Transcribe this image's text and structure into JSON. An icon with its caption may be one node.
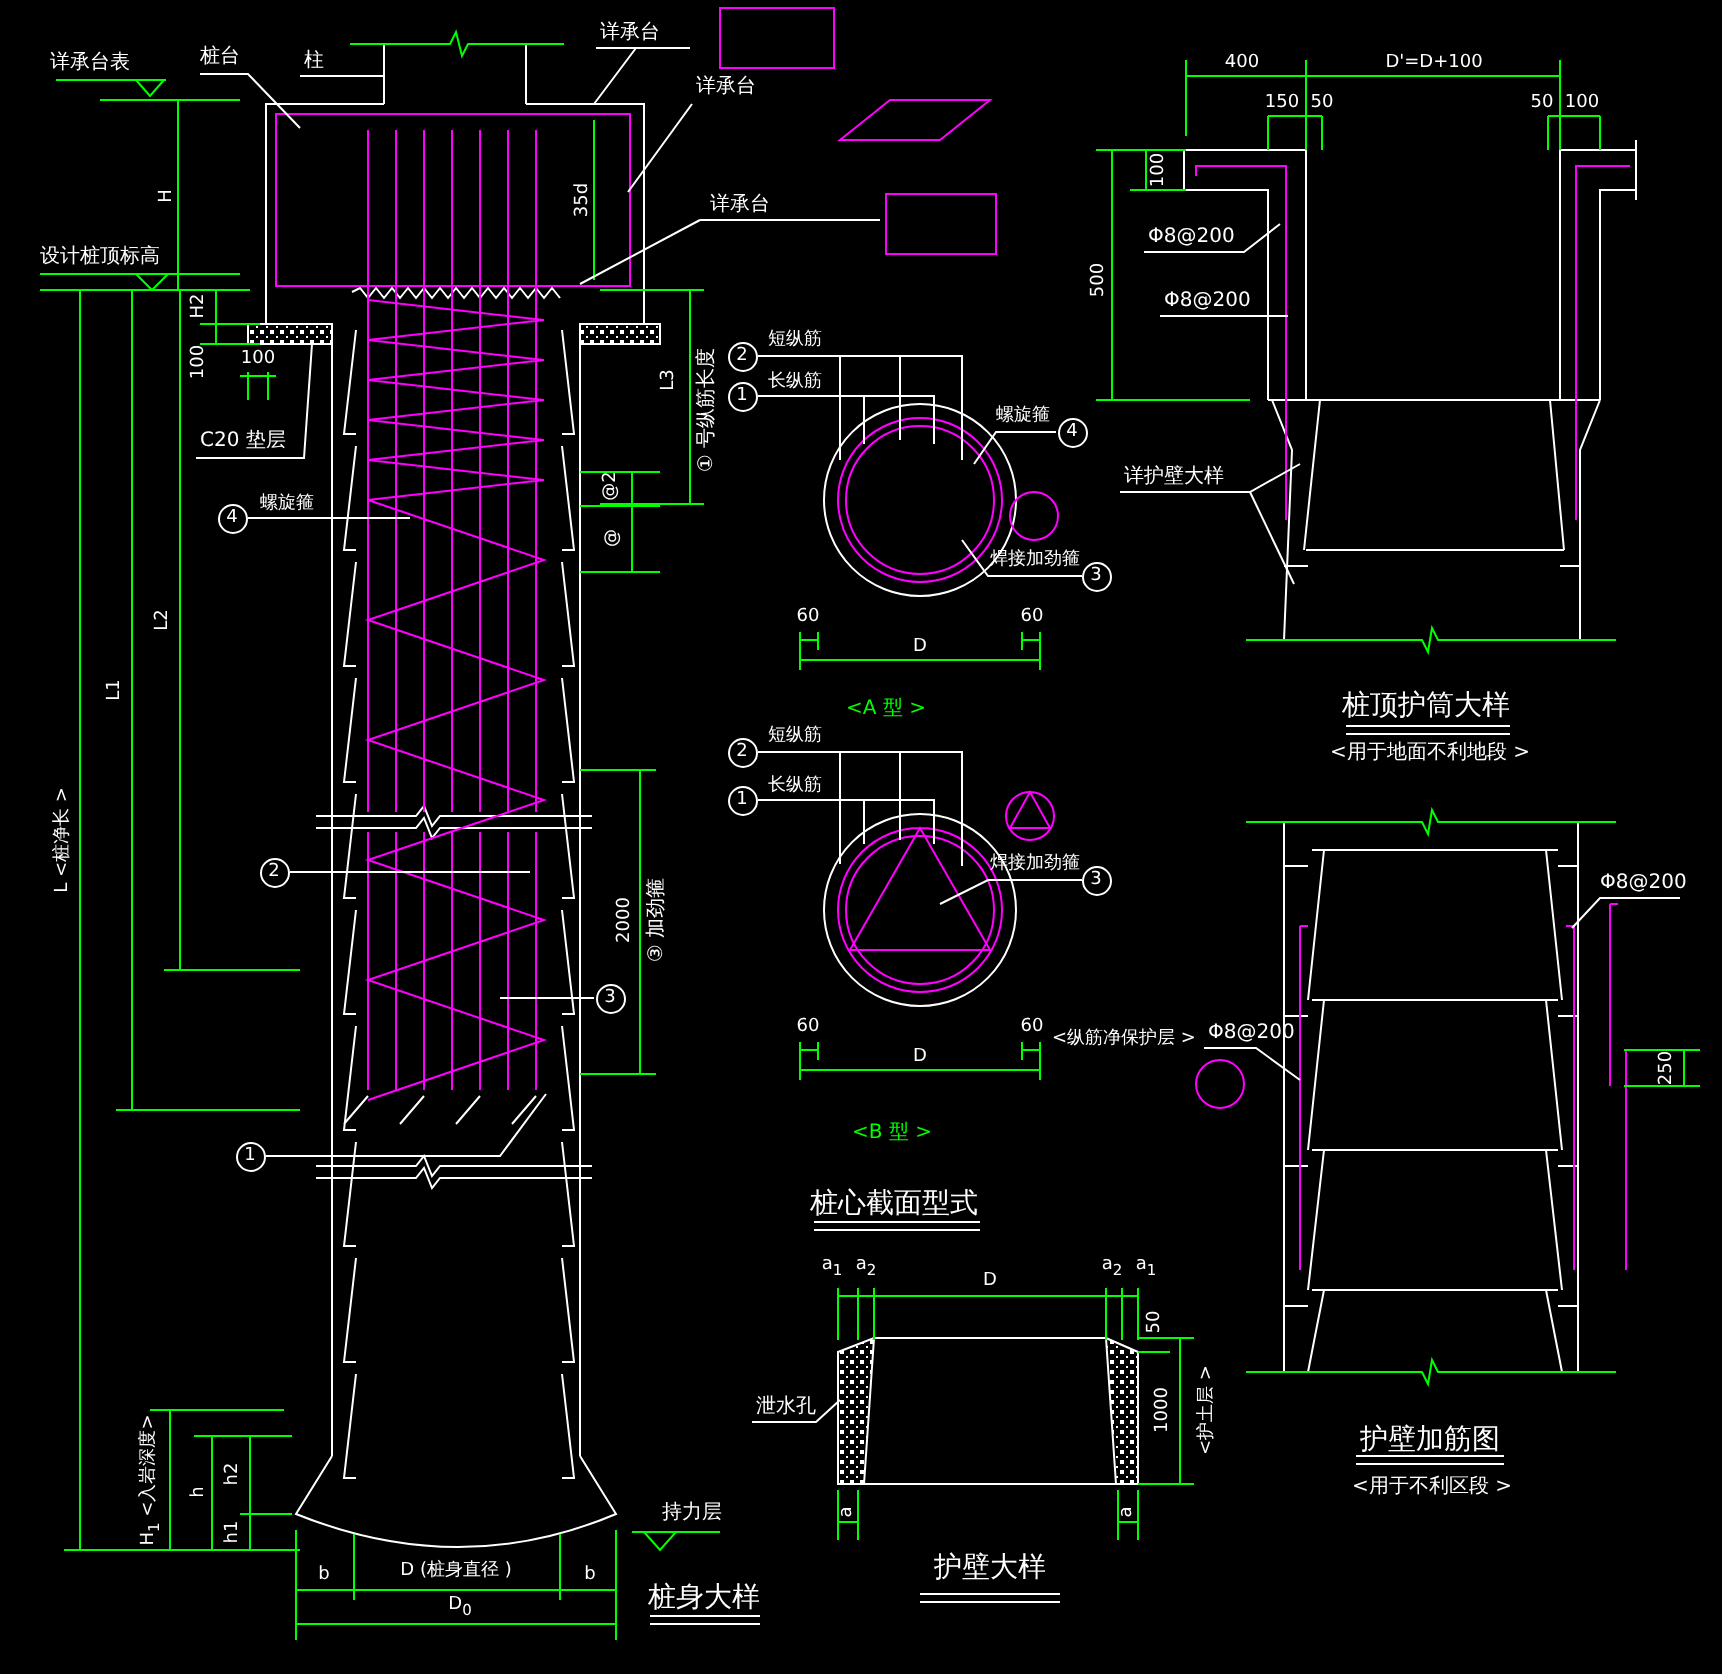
{
  "diagram": {
    "nodes": [
      {
        "text": [
          "桩台"
        ]
      },
      {
        "text": [
          "柱"
        ]
      },
      {
        "text": [
          "详承台"
        ]
      },
      {
        "text": [
          "详承台"
        ]
      },
      {
        "text": [
          "详承台"
        ]
      },
      {
        "text": [
          "C20 垫层"
        ]
      },
      {
        "text": [
          "4"
        ],
        "beside": [
          "螺旋箍"
        ]
      },
      {
        "text": [
          "2"
        ]
      },
      {
        "text": [
          "3"
        ]
      },
      {
        "text": [
          "1"
        ]
      },
      {
        "text": [
          "2"
        ],
        "beside": [
          "短纵筋"
        ]
      },
      {
        "text": [
          "1"
        ],
        "beside": [
          "长纵筋"
        ]
      },
      {
        "text": [
          "4"
        ],
        "beside": [
          "螺旋箍"
        ]
      },
      {
        "text": [
          "3"
        ],
        "beside": [
          "焊接加劲箍"
        ]
      },
      {
        "text": [
          "2"
        ],
        "beside": [
          "短纵筋"
        ]
      },
      {
        "text": [
          "1"
        ],
        "beside": [
          "长纵筋"
        ]
      },
      {
        "text": [
          "3"
        ],
        "beside": [
          "焊接加劲箍"
        ]
      },
      {
        "text": [
          "详护壁大样"
        ]
      },
      {
        "text": [
          "Φ8@200"
        ]
      },
      {
        "text": [
          "Φ8@200"
        ]
      },
      {
        "text": [
          "Φ8@200"
        ]
      },
      {
        "text": [
          "Φ8@200"
        ]
      },
      {
        "text": [
          "泄水孔"
        ]
      }
    ],
    "edges": [
      {
        "from": 0,
        "to": null,
        "arrow": "none"
      },
      {
        "from": 1,
        "to": null,
        "arrow": "none"
      },
      {
        "from": 2,
        "to": null,
        "arrow": "none"
      },
      {
        "from": 3,
        "to": null,
        "arrow": "none"
      },
      {
        "from": 4,
        "to": null,
        "arrow": "none"
      },
      {
        "from": 5,
        "to": null,
        "arrow": "none"
      },
      {
        "from": 6,
        "to": null,
        "arrow": "none"
      },
      {
        "from": 7,
        "to": null,
        "arrow": "none"
      },
      {
        "from": 8,
        "to": null,
        "arrow": "none"
      },
      {
        "from": 9,
        "to": null,
        "arrow": "none"
      },
      {
        "from": 10,
        "to": null,
        "arrow": "none"
      },
      {
        "from": 11,
        "to": null,
        "arrow": "none"
      },
      {
        "from": 12,
        "to": null,
        "arrow": "none"
      },
      {
        "from": 13,
        "to": null,
        "arrow": "none"
      },
      {
        "from": 14,
        "to": null,
        "arrow": "none"
      },
      {
        "from": 15,
        "to": null,
        "arrow": "none"
      },
      {
        "from": 16,
        "to": null,
        "arrow": "none"
      },
      {
        "from": 17,
        "to": null,
        "arrow": "none"
      },
      {
        "from": 17,
        "to": null,
        "arrow": "none"
      },
      {
        "from": 18,
        "to": null,
        "arrow": "none"
      },
      {
        "from": 19,
        "to": null,
        "arrow": "none"
      },
      {
        "from": 20,
        "to": null,
        "arrow": "none"
      },
      {
        "from": 21,
        "to": null,
        "arrow": "none"
      },
      {
        "from": 22,
        "to": null,
        "arrow": "none"
      }
    ],
    "labels": [
      "详承台表",
      "H",
      "设计桩顶标高",
      "H2",
      "100",
      "100",
      "35d",
      "L3",
      "① 号纵筋长度",
      "@2",
      "@",
      "L2",
      "L1",
      "L <桩净长 >",
      "2000",
      "③ 加劲箍",
      "H$_{1}$ <入岩深度>",
      "h",
      "h2",
      "h1",
      "b",
      "D (桩身直径 )",
      "b",
      "D$_{0}$",
      "持力层",
      "桩身大样",
      "60",
      "60",
      "D",
      "<A 型 >",
      "60",
      "60",
      "D",
      "<纵筋净保护层 >",
      "<B 型 >",
      "桩心截面型式",
      "400",
      "D'=D+100",
      "150",
      "50",
      "50",
      "100",
      "100",
      "500",
      "桩顶护筒大样",
      "<用于地面不利地段 >",
      "250",
      "护壁加筋图",
      "<用于不利区段 >",
      "a$_{1}$",
      "a$_{2}$",
      "D",
      "a$_{2}$",
      "a$_{1}$",
      "50",
      "1000",
      "<护土层 >",
      "a",
      "a",
      "护壁大样"
    ]
  }
}
